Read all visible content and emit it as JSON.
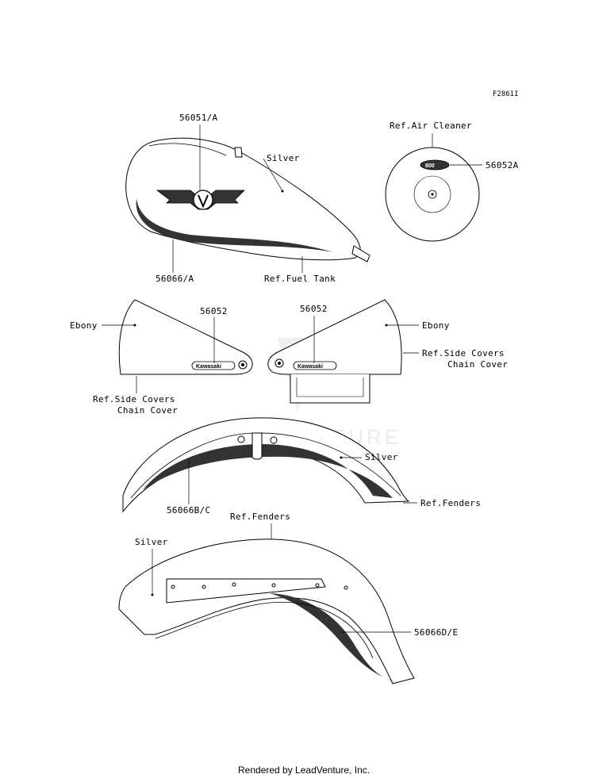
{
  "figure_id": "F2861I",
  "labels": {
    "tank_emblem_part": "56051/A",
    "tank_color": "Silver",
    "tank_stripe_part": "56066/A",
    "tank_ref": "Ref.Fuel Tank",
    "air_cleaner_ref": "Ref.Air Cleaner",
    "air_cleaner_part": "56052A",
    "air_cleaner_badge": "800",
    "left_cover_part": "56052",
    "left_cover_color": "Ebony",
    "left_cover_ref_line1": "Ref.Side Covers",
    "left_cover_ref_line2": "Chain Cover",
    "right_cover_part": "56052",
    "right_cover_color": "Ebony",
    "right_cover_ref_line1": "Ref.Side Covers",
    "right_cover_ref_line2": "Chain Cover",
    "side_cover_emblem": "Kawasaki",
    "front_fender_color": "Silver",
    "front_fender_part": "56066B/C",
    "front_fender_ref": "Ref.Fenders",
    "rear_fender_ref": "Ref.Fenders",
    "rear_fender_color": "Silver",
    "rear_fender_part": "56066D/E"
  },
  "watermark": "LEADVENTURE",
  "footer": "Rendered by LeadVenture, Inc."
}
